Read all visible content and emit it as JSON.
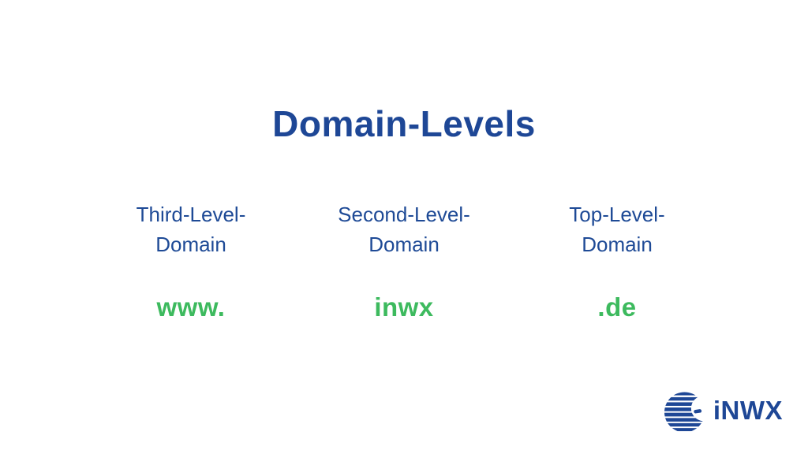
{
  "title": "Domain-Levels",
  "columns": [
    {
      "label_line1": "Third-Level-",
      "label_line2": "Domain",
      "value": "www."
    },
    {
      "label_line1": "Second-Level-",
      "label_line2": "Domain",
      "value": "inwx"
    },
    {
      "label_line1": "Top-Level-",
      "label_line2": "Domain",
      "value": ".de"
    }
  ],
  "logo": {
    "text": "iNWX",
    "icon": "striped-globe-icon"
  },
  "colors": {
    "title_blue": "#1e4796",
    "label_blue": "#1e4a96",
    "value_green": "#3dba5e",
    "background": "#ffffff"
  }
}
